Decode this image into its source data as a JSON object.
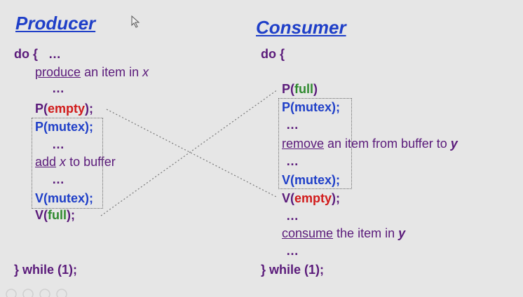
{
  "producer": {
    "title": "Producer",
    "do": "do {",
    "do_dots": "…",
    "produce_verb": "produce",
    "produce_rest": " an item in ",
    "produce_var": "x",
    "dots1": "…",
    "p_prefix": "P(",
    "p_sem": "empty",
    "p_suffix": ");",
    "p_mutex": "P(mutex);",
    "dots2": "…",
    "add_verb": "add",
    "add_var": " x",
    "add_rest": " to buffer",
    "dots3": "…",
    "v_mutex": "V(mutex);",
    "v_prefix": "V(",
    "v_sem": "full",
    "v_suffix": ");",
    "while": "} while (1);"
  },
  "consumer": {
    "title": "Consumer",
    "do": "do {",
    "p_prefix": "P(",
    "p_sem": "full",
    "p_suffix": ")",
    "p_mutex": "P(mutex);",
    "dots1": "…",
    "remove_verb": "remove",
    "remove_rest": " an item from buffer to ",
    "remove_var": "y",
    "dots2": "…",
    "v_mutex": "V(mutex);",
    "v_prefix": "V(",
    "v_sem": "empty",
    "v_suffix": ");",
    "dots3": "…",
    "consume_verb": "consume",
    "consume_rest": " the item in ",
    "consume_var": "y",
    "dots4": "…",
    "while": "} while (1);"
  },
  "colors": {
    "title": "#1f3fc8",
    "code": "#5a1a7a",
    "mutex": "#1f3fc8",
    "empty": "#d11a1a",
    "full": "#2f8a2f"
  }
}
